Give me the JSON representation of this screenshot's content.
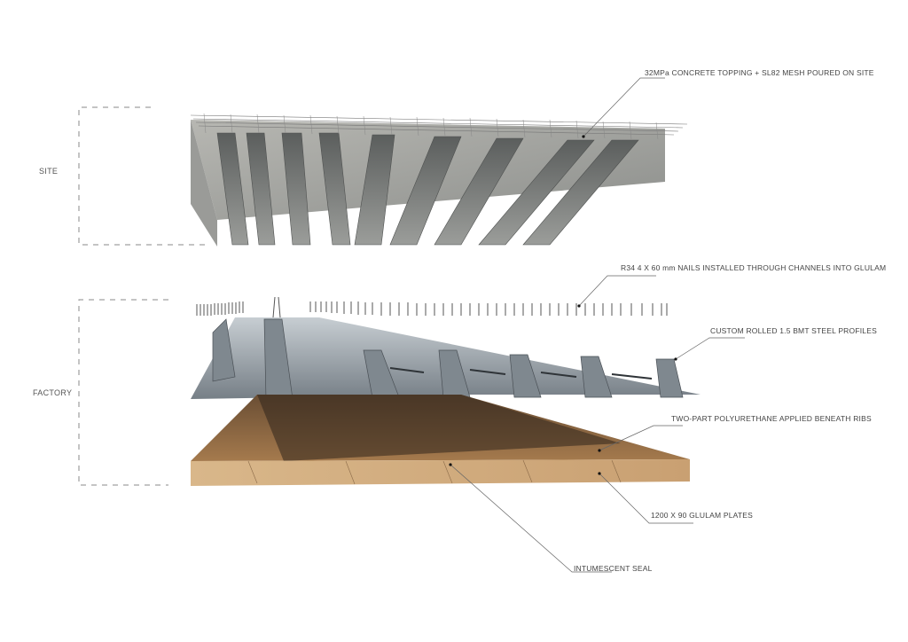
{
  "stages": {
    "site": "SITE",
    "factory": "FACTORY"
  },
  "callouts": [
    {
      "id": "concrete",
      "text": "32MPa CONCRETE TOPPING + SL82 MESH POURED ON SITE"
    },
    {
      "id": "nails",
      "text": "R34 4 X 60 mm NAILS INSTALLED THROUGH CHANNELS INTO GLULAM"
    },
    {
      "id": "steel",
      "text": "CUSTOM ROLLED 1.5 BMT STEEL PROFILES"
    },
    {
      "id": "polyurethane",
      "text": "TWO-PART POLYURETHANE APPLIED BENEATH RIBS"
    },
    {
      "id": "glulam",
      "text": "1200 X 90 GLULAM PLATES"
    },
    {
      "id": "seal",
      "text": "INTUMESCENT SEAL"
    }
  ],
  "colors": {
    "concrete": "#a8a8a4",
    "concrete_dark": "#6e706e",
    "steel": "#9aa3aa",
    "steel_dark": "#4a5056",
    "timber": "#b88a5a",
    "timber_dark": "#3a2c20",
    "leader": "#666666",
    "dashed": "#888888"
  }
}
